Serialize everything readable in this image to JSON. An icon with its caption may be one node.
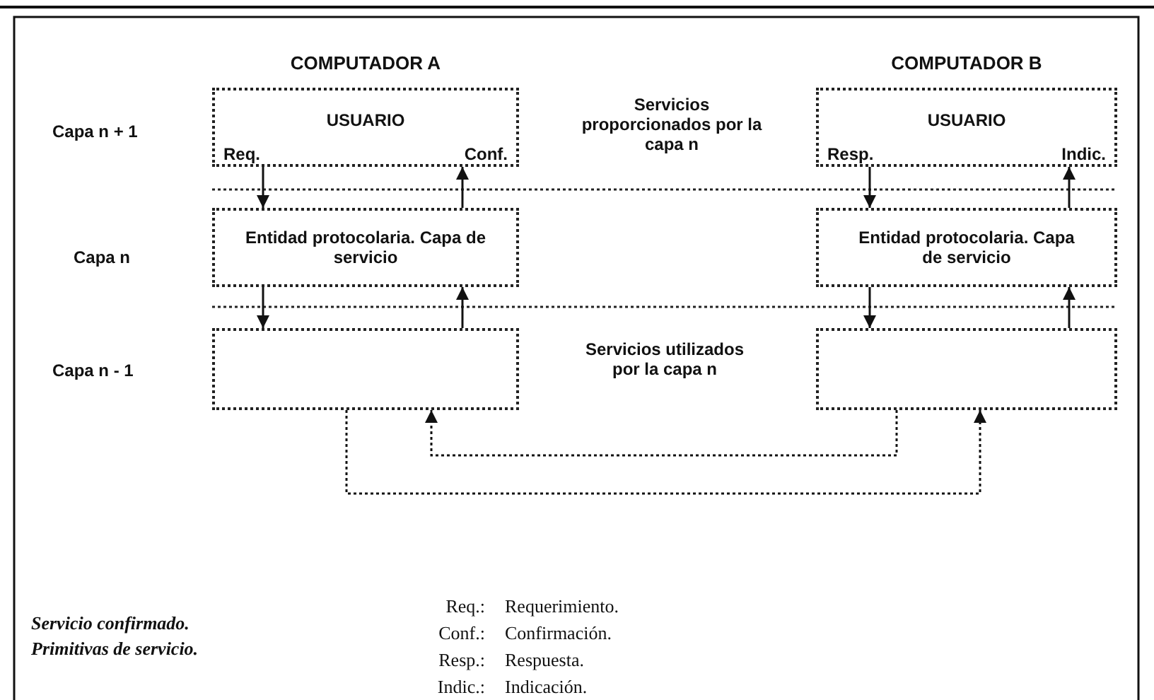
{
  "diagram": {
    "nodes": [
      {
        "text": [
          "USUARIO",
          "Req.",
          "Conf."
        ]
      },
      {
        "text": [
          "Entidad protocolaria. Capa de servicio"
        ]
      },
      {
        "text": [],
        "shape": "box"
      },
      {
        "text": [
          "USUARIO",
          "Resp.",
          "Indic."
        ]
      },
      {
        "text": [
          "Entidad protocolaria. Capa de servicio"
        ]
      },
      {
        "text": [],
        "shape": "box"
      }
    ],
    "edges": [
      {
        "from": 0,
        "to": 1,
        "arrow": "to"
      },
      {
        "from": 1,
        "to": 0,
        "arrow": "to"
      },
      {
        "from": 3,
        "to": 4,
        "arrow": "to"
      },
      {
        "from": 4,
        "to": 3,
        "arrow": "to"
      },
      {
        "from": 1,
        "to": 2,
        "arrow": "to"
      },
      {
        "from": 2,
        "to": 1,
        "arrow": "to"
      },
      {
        "from": 4,
        "to": 5,
        "arrow": "to"
      },
      {
        "from": 5,
        "to": 4,
        "arrow": "to"
      },
      {
        "from": 5,
        "to": 2,
        "arrow": "to",
        "style": "dashed"
      },
      {
        "from": 2,
        "to": 5,
        "arrow": "to",
        "style": "dashed"
      }
    ],
    "labels": [
      "COMPUTADOR A",
      "COMPUTADOR B",
      "Capa n + 1",
      "Servicios proporcionados por la capa n",
      "Capa n",
      "Capa n - 1",
      "Servicios utilizados por la capa n",
      "Req.:",
      "Requerimiento.",
      "Servicio confirmado.",
      "Conf.:",
      "Confirmación.",
      "Primitivas de servicio.",
      "Resp.:",
      "Respuesta.",
      "Indic.:",
      "Indicación."
    ]
  }
}
